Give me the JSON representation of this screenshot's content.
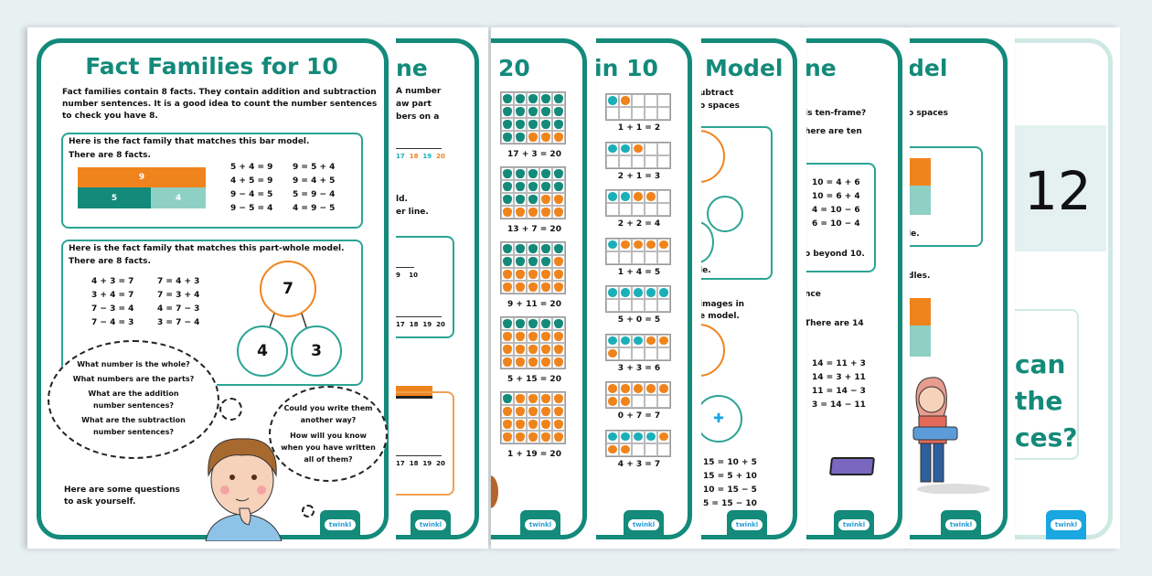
{
  "colors": {
    "teal": "#138a7a",
    "orange": "#f0841c",
    "light_teal": "#8fd0c4",
    "counter_teal": "#1bb0b8",
    "blue_logo": "#1aa6e0"
  },
  "front": {
    "title": "Fact Families for 10",
    "intro": [
      "Fact families contain 8 facts. They contain addition and subtraction",
      "number sentences. It is a good idea to count the number sentences",
      "to check you have 8."
    ],
    "bar_box": {
      "heading": "Here is the fact family that matches this bar model.",
      "count": "There are 8 facts.",
      "whole": "9",
      "parts": [
        "5",
        "4"
      ],
      "facts": [
        "5 + 4 = 9",
        "9 = 5 + 4",
        "4 + 5 = 9",
        "9 = 4 + 5",
        "9 − 4 = 5",
        "5 = 9 − 4",
        "9 − 5 = 4",
        "4 = 9 − 5"
      ]
    },
    "pw_box": {
      "heading": "Here is the fact family that matches this part-whole model.",
      "count": "There are 8 facts.",
      "whole": "7",
      "parts": [
        "4",
        "3"
      ],
      "facts": [
        "4 + 3 = 7",
        "7 = 4 + 3",
        "3 + 4 = 7",
        "7 = 3 + 4",
        "7 − 3 = 4",
        "4 = 7 − 3",
        "7 − 4 = 3",
        "3 = 7 − 4"
      ]
    },
    "cloud1": [
      "What number is the whole?",
      "What numbers are the parts?",
      "What are the addition",
      "number sentences?",
      "What are the subtraction",
      "number sentences?"
    ],
    "cloud2": [
      "Could you write them",
      "another way?",
      "How will you know",
      "when you have written",
      "all of them?"
    ],
    "footer": [
      "Here are some questions",
      "to ask yourself."
    ],
    "logo": "twinkl"
  },
  "page2": {
    "title": "ne",
    "lines": [
      "A number",
      "aw part",
      "bers on a"
    ],
    "ticks": [
      "17",
      "18",
      "19",
      "20"
    ],
    "lines2": [
      "ld.",
      "er line."
    ],
    "ticks2": [
      "17",
      "18",
      "19",
      "20"
    ],
    "ticks3": [
      "9",
      "10"
    ],
    "ticks4": [
      "17",
      "18",
      "19",
      "20"
    ],
    "logo": "twinkl"
  },
  "page3": {
    "title": "20",
    "frames": [
      {
        "teal": 17,
        "eq": "17 + 3 = 20"
      },
      {
        "teal": 13,
        "eq": "13 + 7 = 20"
      },
      {
        "teal": 9,
        "eq": "9 + 11 = 20"
      },
      {
        "teal": 5,
        "eq": "5 + 15 = 20"
      },
      {
        "teal": 1,
        "eq": "1 + 19 = 20"
      }
    ],
    "logo": "twinkl"
  },
  "page4": {
    "title": "in 10",
    "frames": [
      {
        "teal": 1,
        "orange": 1,
        "eq": "1 + 1 = 2"
      },
      {
        "teal": 2,
        "orange": 1,
        "eq": "2 + 1 = 3"
      },
      {
        "teal": 2,
        "orange": 2,
        "eq": "2 + 2 = 4"
      },
      {
        "teal": 1,
        "orange": 4,
        "eq": "1 + 4 = 5"
      },
      {
        "teal": 5,
        "orange": 0,
        "eq": "5 + 0 = 5"
      },
      {
        "teal": 3,
        "orange": 3,
        "eq": "3 + 3 = 6"
      },
      {
        "teal": 0,
        "orange": 7,
        "eq": "0 + 7 = 7"
      },
      {
        "teal": 4,
        "orange": 3,
        "eq": "4 + 3 = 7"
      }
    ],
    "logo": "twinkl"
  },
  "page5": {
    "title": "Model",
    "lines": [
      "ubtract",
      "o spaces"
    ],
    "lines2": [
      "le."
    ],
    "lines3": [
      "images in",
      "e model."
    ],
    "facts": [
      "15 = 10 + 5",
      "15 = 5 + 10",
      "10 = 15 − 5",
      "5 = 15 − 10"
    ],
    "logo": "twinkl"
  },
  "page6": {
    "title": "ne",
    "lines": [
      "is ten-frame?",
      "here are ten"
    ],
    "facts": [
      "10 = 4 + 6",
      "10 = 6 + 4",
      "4 = 10 − 6",
      "6 = 10 − 4"
    ],
    "note": "o beyond 10.",
    "lines2": [
      "nce",
      "There are 14"
    ],
    "facts2": [
      "14 = 11 + 3",
      "14 = 3 + 11",
      "11 = 14 − 3",
      "3 = 14 − 11"
    ],
    "logo": "twinkl"
  },
  "page7": {
    "title": "del",
    "lines": [
      "o spaces"
    ],
    "note": "le.",
    "note2": "dles.",
    "logo": "twinkl"
  },
  "page8": {
    "number": "12",
    "question": [
      "can",
      "the",
      "ces?"
    ],
    "logo": "twinkl"
  }
}
